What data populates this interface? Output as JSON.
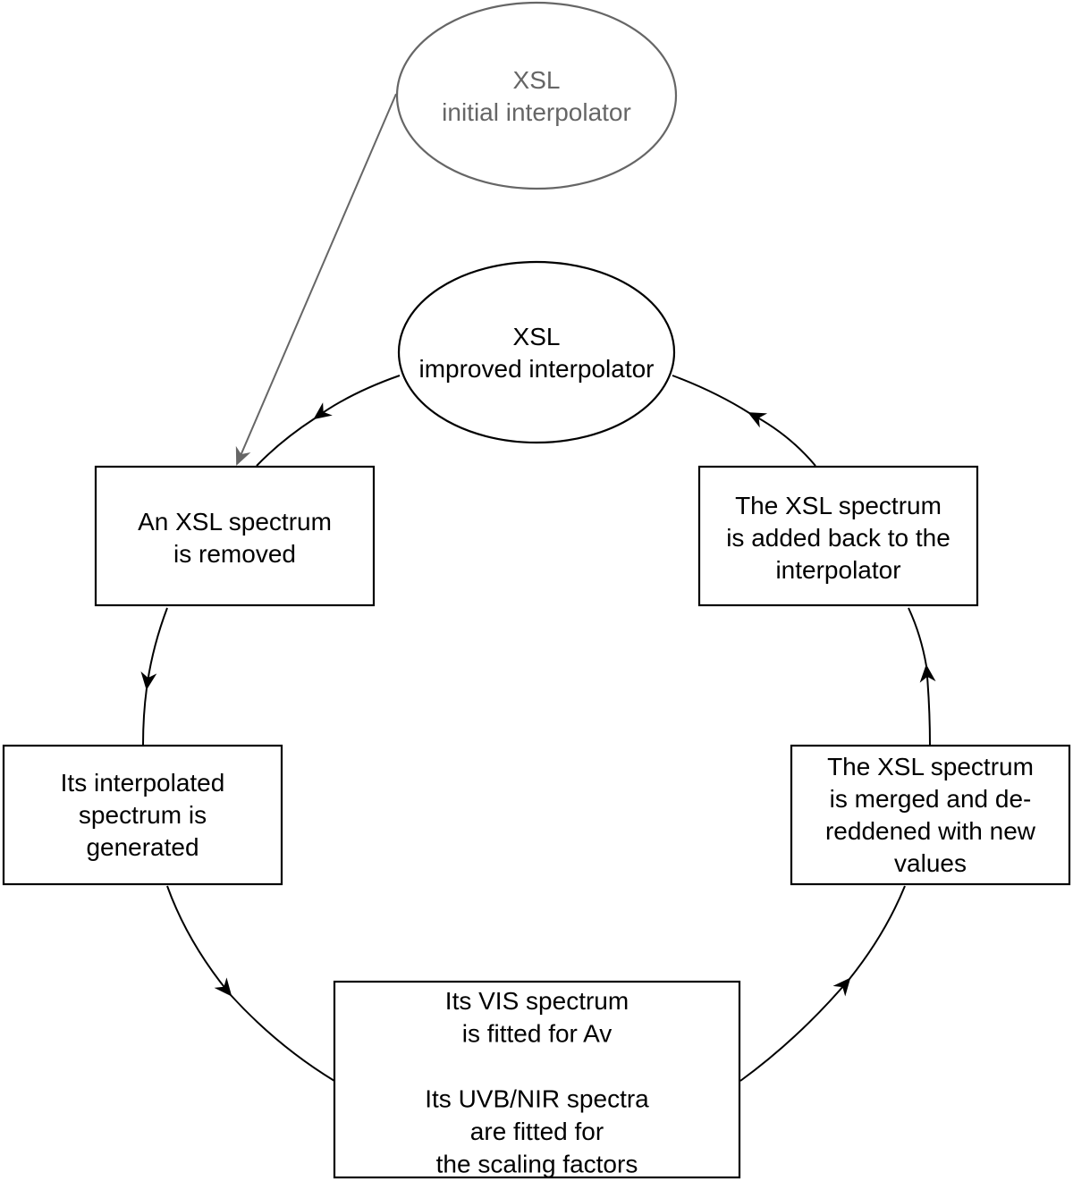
{
  "nodes": {
    "initial_interpolator": {
      "lines": [
        "XSL",
        "initial interpolator"
      ]
    },
    "improved_interpolator": {
      "lines": [
        "XSL",
        "improved interpolator"
      ]
    },
    "removed": {
      "lines": [
        "An XSL spectrum",
        "is removed"
      ]
    },
    "generated": {
      "lines": [
        "Its interpolated",
        "spectrum is",
        "generated"
      ]
    },
    "fitted": {
      "lines": [
        "Its VIS spectrum",
        "is fitted for Av",
        "",
        "Its UVB/NIR spectra",
        "are fitted for",
        "the scaling factors"
      ]
    },
    "merged": {
      "lines": [
        "The XSL spectrum",
        "is merged and de-",
        "reddened with new",
        "values"
      ]
    },
    "added_back": {
      "lines": [
        "The XSL spectrum",
        "is added back to the",
        "interpolator"
      ]
    }
  },
  "colors": {
    "primary": "#000000",
    "secondary": "#666666",
    "background": "#ffffff"
  }
}
